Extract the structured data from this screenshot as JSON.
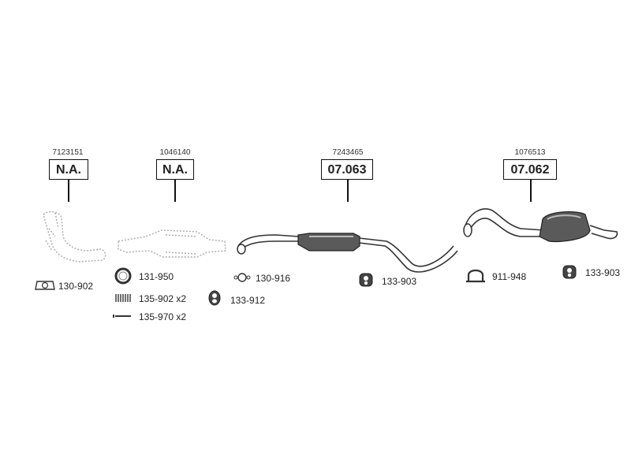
{
  "groups": [
    {
      "ref": "7123151",
      "code": "N.A."
    },
    {
      "ref": "1046140",
      "code": "N.A."
    },
    {
      "ref": "7243465",
      "code": "07.063"
    },
    {
      "ref": "1076513",
      "code": "07.062"
    }
  ],
  "parts": {
    "gasket_130_902": "130-902",
    "ring_131_950": "131-950",
    "spring_135_902": "135-902 x2",
    "bolt_135_970": "135-970 x2",
    "gasket_130_916": "130-916",
    "hanger_133_912": "133-912",
    "hanger_133_903_mid": "133-903",
    "clamp_911_948": "911-948",
    "hanger_133_903_rear": "133-903"
  }
}
